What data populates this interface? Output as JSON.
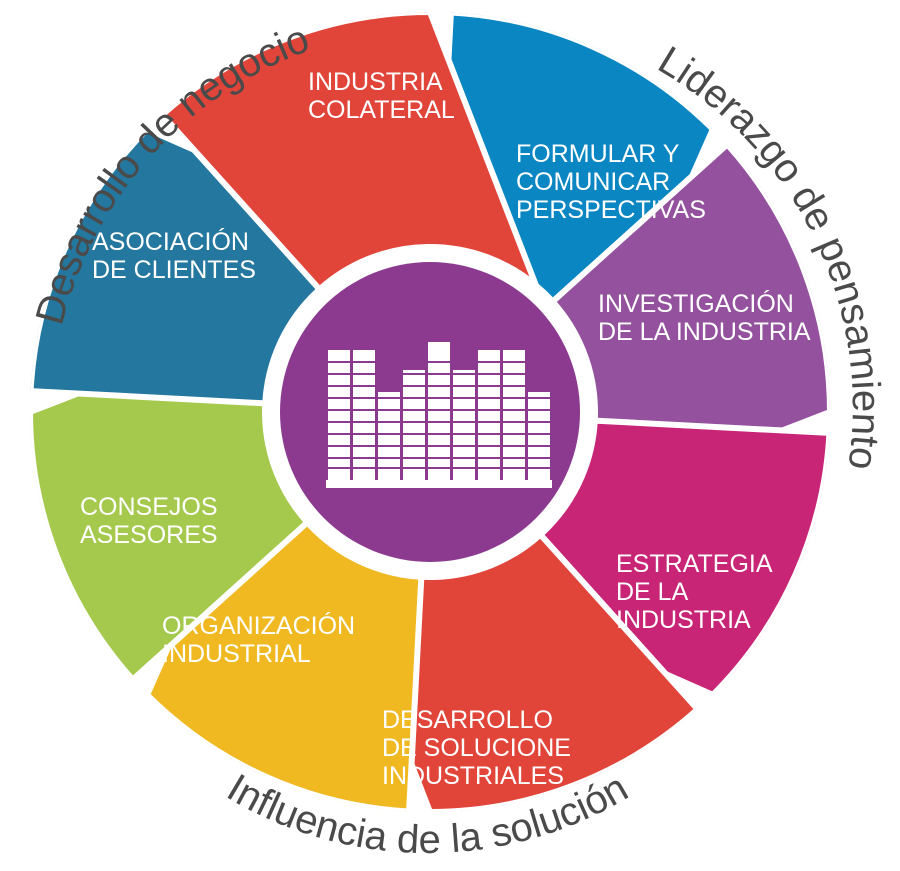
{
  "segments": [
    {
      "id": "industria-colateral",
      "lines": [
        "INDUSTRIA",
        "COLATERAL"
      ],
      "color": "#0a86c2"
    },
    {
      "id": "formular",
      "lines": [
        "FORMULAR Y",
        "COMUNICAR",
        "PERSPECTIVAS"
      ],
      "color": "#94519e"
    },
    {
      "id": "investigacion",
      "lines": [
        "INVESTIGACIÓN",
        "DE LA INDUSTRIA"
      ],
      "color": "#c82577"
    },
    {
      "id": "estrategia",
      "lines": [
        "ESTRATEGIA",
        "DE LA",
        "INDUSTRIA"
      ],
      "color": "#e1453a"
    },
    {
      "id": "desarrollo-soluciones",
      "lines": [
        "DESARROLLO",
        "DE SOLUCIONE",
        "INDUSTRIALES"
      ],
      "color": "#f0b922"
    },
    {
      "id": "organizacion",
      "lines": [
        "ORGANIZACIÓN",
        "INDUSTRIAL"
      ],
      "color": "#a5c94d"
    },
    {
      "id": "consejos",
      "lines": [
        "CONSEJOS",
        "ASESORES"
      ],
      "color": "#24779f"
    },
    {
      "id": "asociacion",
      "lines": [
        "ASOCIACIÓN",
        "DE CLIENTES"
      ],
      "color": "#e1453a"
    }
  ],
  "arc_labels": {
    "desarrollo_negocio": "Desarrollo de negocio",
    "liderazgo": "Liderazgo de pensamiento",
    "influencia": "Influencia de la solución"
  },
  "center": {
    "color": "#8b3a8f",
    "icon": "industry-bar-chart-icon"
  }
}
